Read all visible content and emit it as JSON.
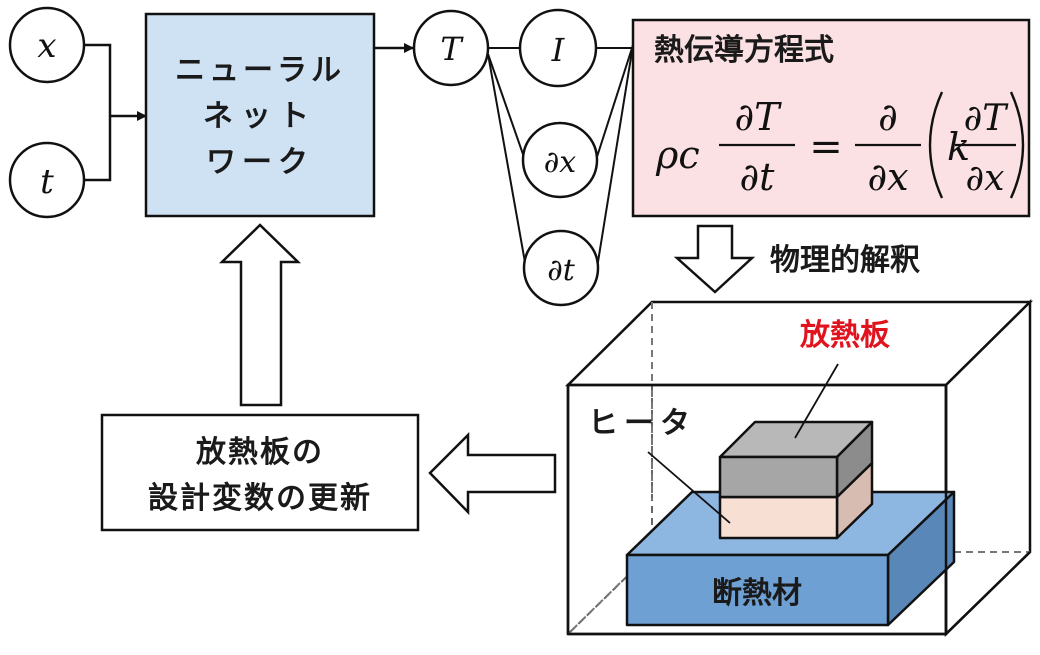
{
  "inputs": {
    "x_label": "x",
    "t_label": "t"
  },
  "neural_network": {
    "lines": [
      "ニューラル",
      "ネット",
      "ワーク"
    ],
    "fill": "#cfe2f3"
  },
  "output_node": {
    "label": "T"
  },
  "derivative_nodes": [
    {
      "label": "I"
    },
    {
      "label": "∂x"
    },
    {
      "label": "∂t"
    }
  ],
  "heat_equation": {
    "title": "熱伝導方程式",
    "lhs_coeff": "ρc",
    "lhs_num": "∂T",
    "lhs_den": "∂t",
    "equals": "=",
    "rhs_num": "∂",
    "rhs_den": "∂x",
    "inner_coeff": "k",
    "inner_num": "∂T",
    "inner_den": "∂x",
    "fill": "#fbe1e4"
  },
  "physical_interpretation": {
    "label": "物理的解釈"
  },
  "model_3d": {
    "heatsink_label": "放熱板",
    "heatsink_label_color": "#e0141e",
    "heater_label": "ヒータ",
    "insulator_label": "断熱材",
    "colors": {
      "heatsink_front": "#a6a6a6",
      "heatsink_top": "#b8b8b8",
      "heatsink_side": "#8c8c8c",
      "heater_front": "#f8dfd3",
      "heater_side": "#d7bcb2",
      "insulator_front": "#6fa0d4",
      "insulator_top": "#8db6e0",
      "insulator_side": "#5987b8"
    }
  },
  "update_box": {
    "lines": [
      "放熱板の",
      "設計変数の更新"
    ]
  }
}
